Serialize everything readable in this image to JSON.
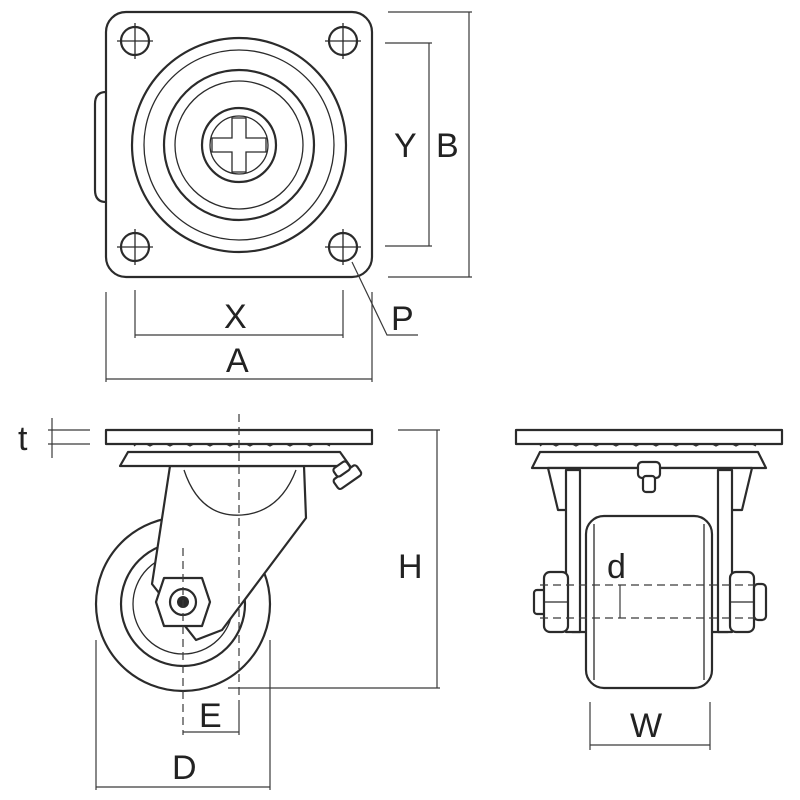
{
  "labels": {
    "A": "A",
    "B": "B",
    "X": "X",
    "Y": "Y",
    "P": "P",
    "t": "t",
    "H": "H",
    "E": "E",
    "D": "D",
    "d": "d",
    "W": "W"
  }
}
